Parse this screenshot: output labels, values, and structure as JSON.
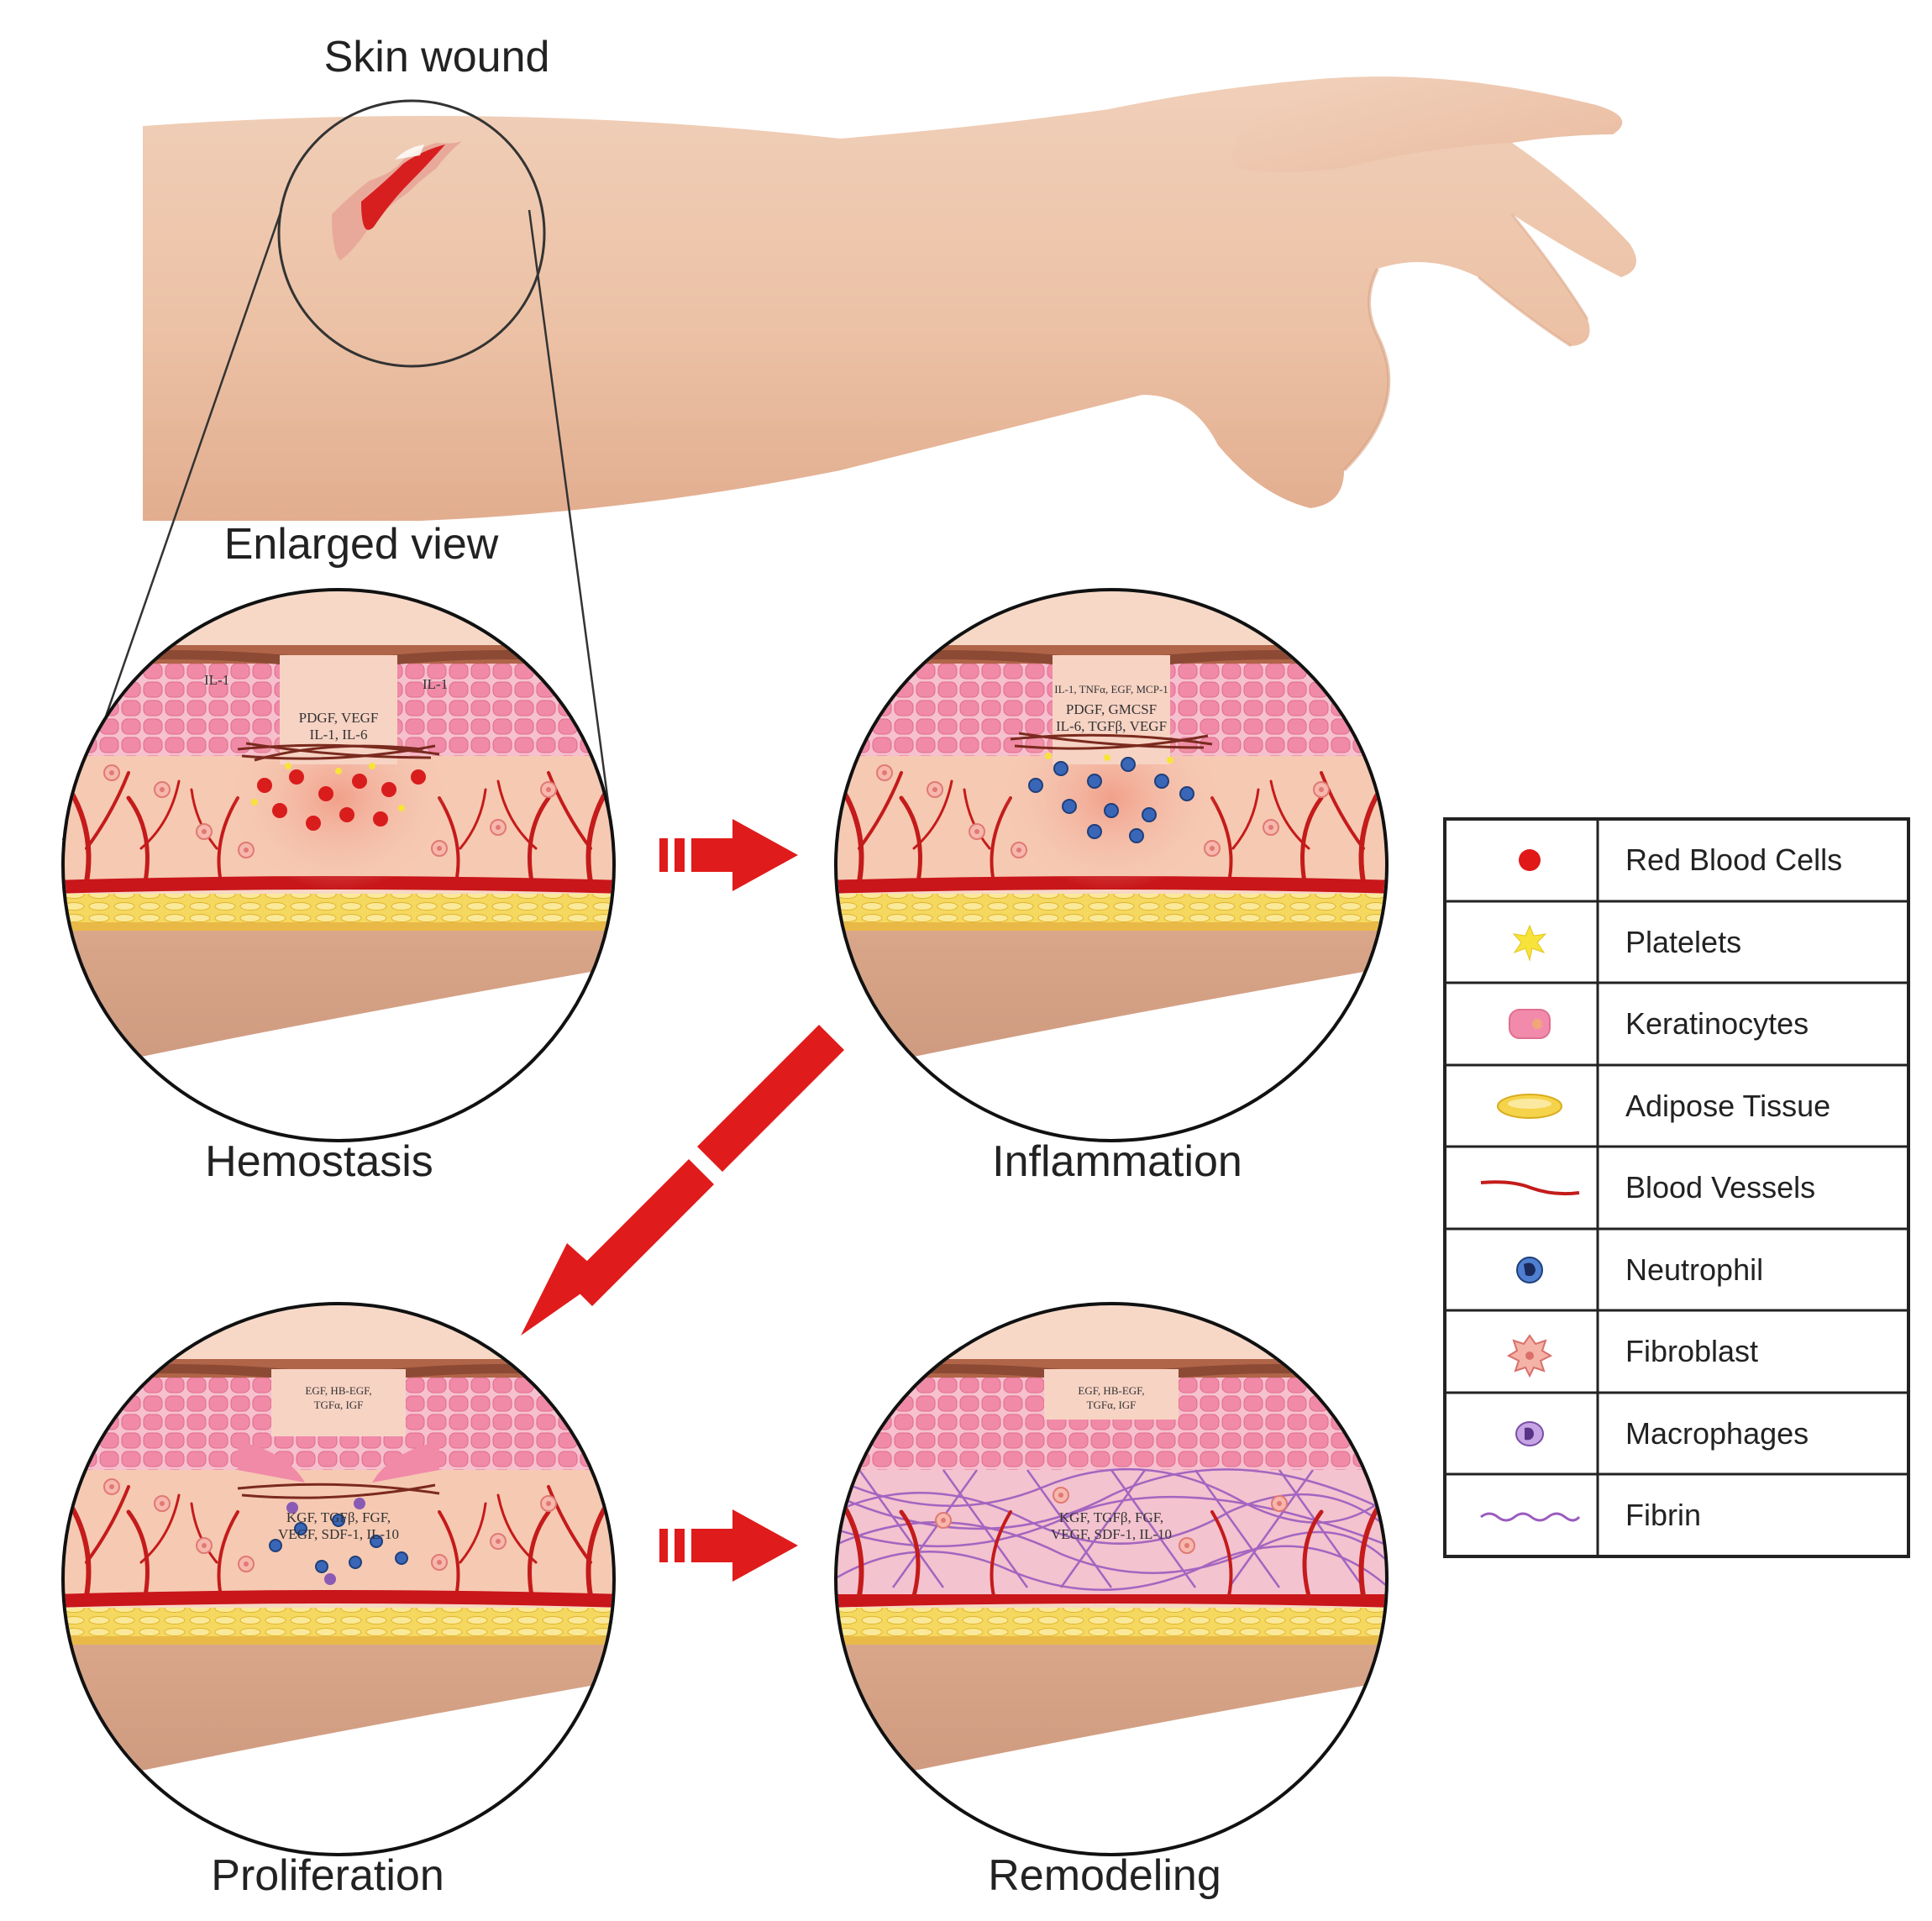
{
  "labels": {
    "skin_wound": "Skin wound",
    "enlarged_view": "Enlarged view",
    "hemostasis": "Hemostasis",
    "inflammation": "Inflammation",
    "proliferation": "Proliferation",
    "remodeling": "Remodeling"
  },
  "cytokines": {
    "hemostasis": {
      "left": "IL-1",
      "right": "IL-1",
      "line1": "PDGF, VEGF",
      "line2": "IL-1, IL-6"
    },
    "inflammation": {
      "line0": "IL-1, TNFα, EGF, MCP-1",
      "line1": "PDGF, GMCSF",
      "line2": "IL-6, TGFβ, VEGF"
    },
    "proliferation": {
      "top1": "EGF, HB-EGF,",
      "top2": "TGFα, IGF",
      "mid1": "KGF, TGFβ, FGF,",
      "mid2": "VEGF, SDF-1, IL-10"
    },
    "remodeling": {
      "top1": "EGF, HB-EGF,",
      "top2": "TGFα, IGF",
      "mid1": "KGF, TGFβ, FGF,",
      "mid2": "VEGF, SDF-1, IL-10"
    }
  },
  "legend": [
    {
      "icon": "red-blood-cell-icon",
      "label": "Red Blood Cells"
    },
    {
      "icon": "platelet-icon",
      "label": "Platelets"
    },
    {
      "icon": "keratinocyte-icon",
      "label": "Keratinocytes"
    },
    {
      "icon": "adipose-tissue-icon",
      "label": "Adipose Tissue"
    },
    {
      "icon": "blood-vessel-icon",
      "label": "Blood Vessels"
    },
    {
      "icon": "neutrophil-icon",
      "label": "Neutrophil"
    },
    {
      "icon": "fibroblast-icon",
      "label": "Fibroblast"
    },
    {
      "icon": "macrophage-icon",
      "label": "Macrophages"
    },
    {
      "icon": "fibrin-icon",
      "label": "Fibrin"
    }
  ],
  "colors": {
    "arrow": "#e01b1b",
    "skin": "#f3c6ae",
    "keratinocyte": "#f2a0b4",
    "blood": "#d21a1a",
    "adipose": "#f2d04a",
    "neutrophil": "#3a66b8",
    "macrophage": "#8a5bb5",
    "fibrin": "#9b5bbf"
  }
}
